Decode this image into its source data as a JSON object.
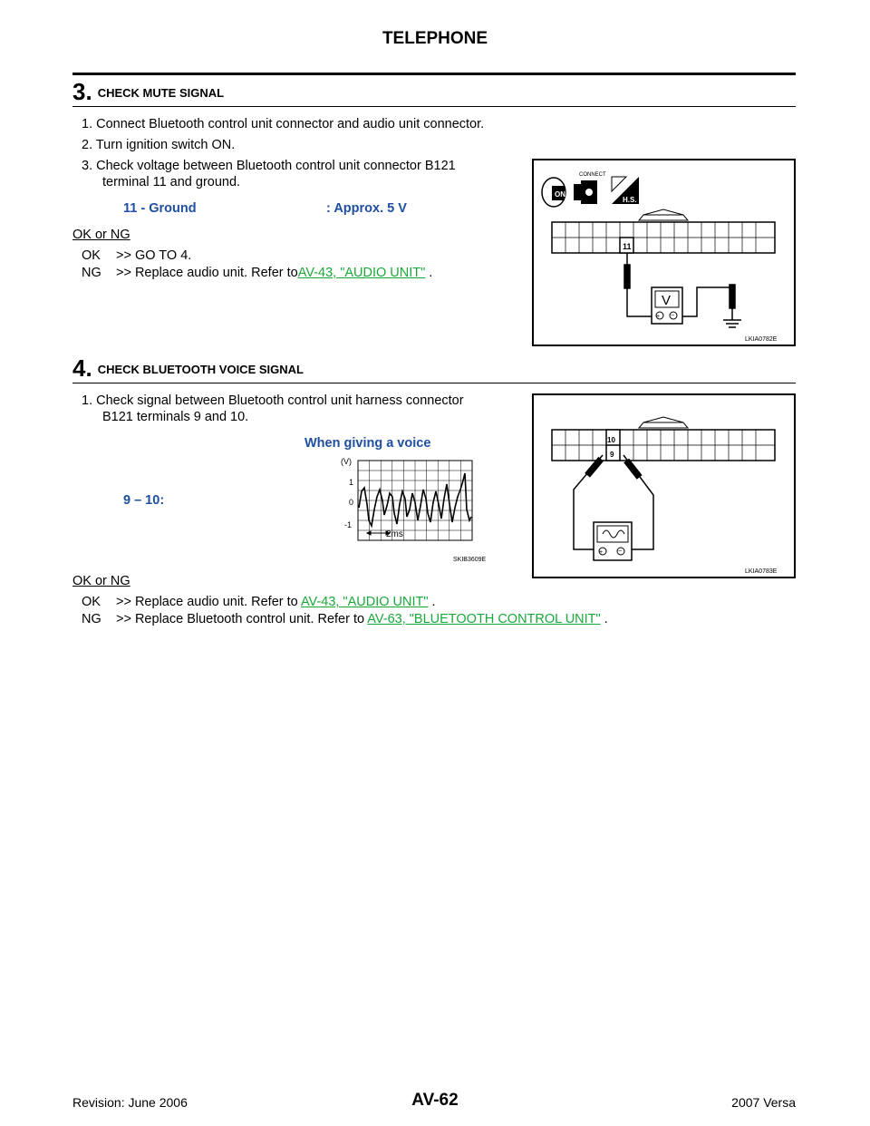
{
  "header": {
    "title": "TELEPHONE"
  },
  "step3": {
    "number": "3.",
    "heading": "CHECK MUTE SIGNAL",
    "items": [
      "1.  Connect Bluetooth control unit connector and audio unit connector.",
      "2.  Turn ignition switch ON.",
      "3.  Check voltage between Bluetooth control unit connector B121",
      "terminal 11 and ground."
    ],
    "spec_left": "11 - Ground",
    "spec_right": ": Approx. 5 V",
    "ok_ng": "OK or NG",
    "ok_code": "OK",
    "ok_text": ">> GO TO 4.",
    "ng_code": "NG",
    "ng_text": ">> Replace audio unit. Refer to",
    "ng_link": "AV-43, \"AUDIO UNIT\"",
    "ng_end": " .",
    "figure": {
      "connect": "CONNECT",
      "on": "ON",
      "hs": "H.S.",
      "terminal": "11",
      "meter": "V",
      "code": "LKIA0782E"
    }
  },
  "step4": {
    "number": "4.",
    "heading": "CHECK BLUETOOTH VOICE SIGNAL",
    "item1": "1.  Check signal between Bluetooth control unit harness connector",
    "item1b": "B121 terminals 9 and 10.",
    "voice_label": "When giving a voice",
    "terminals_label": "9 – 10:",
    "scope": {
      "unit": "(V)",
      "y1": "1",
      "y0": "0",
      "yn1": "-1",
      "time": "2ms",
      "code": "SKIB3609E"
    },
    "figure": {
      "t10": "10",
      "t9": "9",
      "code": "LKIA0783E"
    },
    "ok_ng": "OK or NG",
    "ok_code": "OK",
    "ok_text": ">> Replace audio unit. Refer to ",
    "ok_link": "AV-43, \"AUDIO UNIT\"",
    "ok_end": " .",
    "ng_code": "NG",
    "ng_text": ">> Replace Bluetooth control unit. Refer to ",
    "ng_link": "AV-63, \"BLUETOOTH CONTROL UNIT\"",
    "ng_end": " ."
  },
  "footer": {
    "revision": "Revision: June 2006",
    "page": "AV-62",
    "model": "2007 Versa"
  }
}
